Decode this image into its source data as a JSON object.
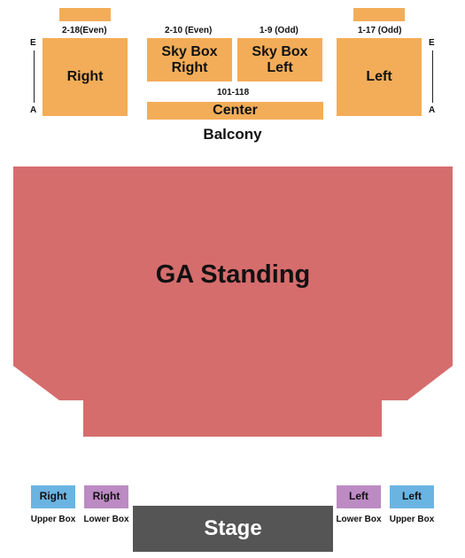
{
  "balcony": {
    "title": "Balcony",
    "right": {
      "label": "Right",
      "seats": "2-18(Even)",
      "row_top": "E",
      "row_bottom": "A"
    },
    "skybox_right": {
      "label_line1": "Sky Box",
      "label_line2": "Right",
      "seats": "2-10 (Even)"
    },
    "skybox_left": {
      "label_line1": "Sky Box",
      "label_line2": "Left",
      "seats": "1-9 (Odd)"
    },
    "left": {
      "label": "Left",
      "seats": "1-17 (Odd)",
      "row_top": "E",
      "row_bottom": "A"
    },
    "center": {
      "label": "Center",
      "seats": "101-118"
    }
  },
  "floor": {
    "label": "GA Standing"
  },
  "boxes": {
    "right_upper": {
      "label": "Right",
      "caption": "Upper Box"
    },
    "right_lower": {
      "label": "Right",
      "caption": "Lower Box"
    },
    "left_lower": {
      "label": "Left",
      "caption": "Lower Box"
    },
    "left_upper": {
      "label": "Left",
      "caption": "Upper Box"
    }
  },
  "stage": {
    "label": "Stage"
  },
  "colors": {
    "balcony": "#f3ad58",
    "ga": "#d66d6d",
    "upper_box": "#6ab4e2",
    "lower_box": "#bc8bc3",
    "stage": "#555555"
  }
}
